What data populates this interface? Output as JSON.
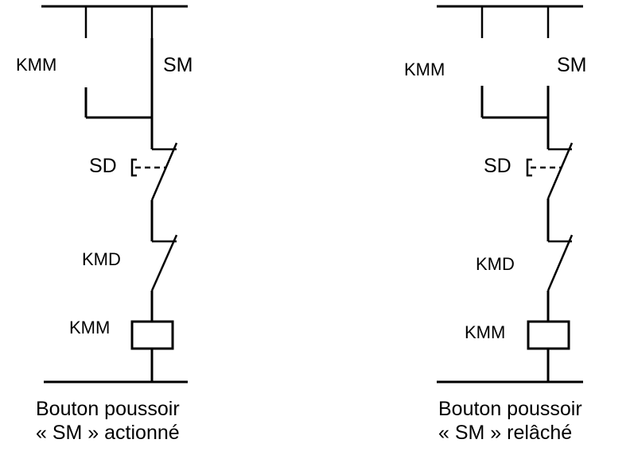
{
  "diagram_left": {
    "label_top_left": "KMM",
    "label_top_right": "SM",
    "label_pushbutton": "SD",
    "label_contact": "KMD",
    "label_coil": "KMM",
    "caption_line1": "Bouton poussoir",
    "caption_line2": "« SM » actionné"
  },
  "diagram_right": {
    "label_top_left": "KMM",
    "label_top_right": "SM",
    "label_pushbutton": "SD",
    "label_contact": "KMD",
    "label_coil": "KMM",
    "caption_line1": "Bouton poussoir",
    "caption_line2": "« SM » relâché"
  }
}
